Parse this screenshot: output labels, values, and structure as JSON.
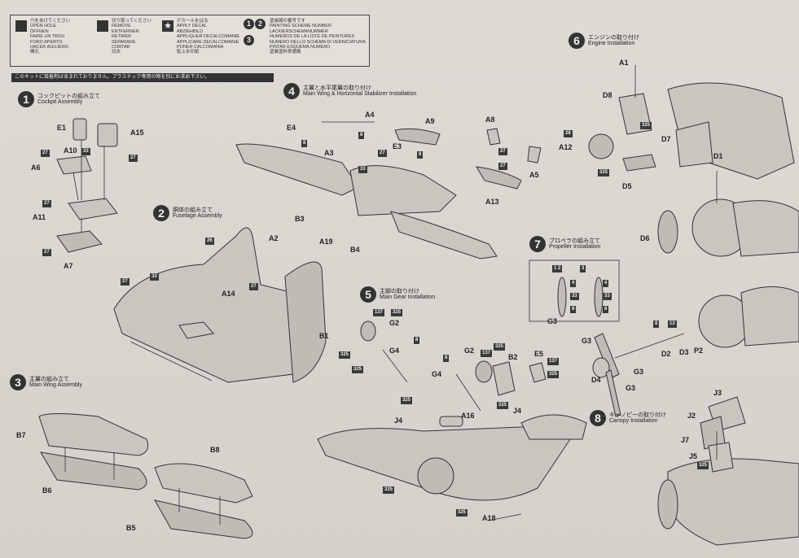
{
  "legend": {
    "items": [
      {
        "text": "穴をあけてください\nOPEN HOLE\nÖFFNEN\nFAIRE UN TROU\nFORO APERTO\nHACER AGUJERO\n開孔"
      },
      {
        "text": "切り取ってください\nREMOVE\nENTFERNEN\nRETIRER\nSEPARARE\nCORTAR\n切去"
      },
      {
        "text": "デカールをはる\nAPPLY DECAL\nABZIEHBILD\nAPPLIQUER DECALCOMANIE\nAPPLICARE DECALCOMANIE\nPONER CALCOMANIA\n貼上水印紙"
      },
      {
        "text": "塗装図の番号です\nPAINTING SCHEME NUMBER\nLACKIERSCHEMANUMMER\nNUMEROS DE LA LISTE DE PEINTURES\nNUMERO DELLO SCHEMA DI VERNICIATURA\nPINTAR ESQUEMA NUMERO\n塗裝塗料表號碼"
      }
    ],
    "badges": [
      "1",
      "2",
      "3"
    ]
  },
  "notice": "このキットに接着剤は含まれておりません。プラスチック専用の物を別にお求め下さい。",
  "steps": [
    {
      "num": "1",
      "jp": "コックピットの組み立て",
      "en": "Cockpit Assembly"
    },
    {
      "num": "2",
      "jp": "胴体の組み立て",
      "en": "Fuselage Assembly"
    },
    {
      "num": "3",
      "jp": "主翼の組み立て",
      "en": "Main Wing Assembly"
    },
    {
      "num": "4",
      "jp": "主翼と水平尾翼の取り付け",
      "en": "Main Wing & Horizontal Stabilizer Installation"
    },
    {
      "num": "5",
      "jp": "主脚の取り付け",
      "en": "Main Gear Installation"
    },
    {
      "num": "6",
      "jp": "エンジンの取り付け",
      "en": "Engine Installation"
    },
    {
      "num": "7",
      "jp": "プロペラの組み立て",
      "en": "Propeller Installation"
    },
    {
      "num": "8",
      "jp": "キャノピーの取り付け",
      "en": "Canopy Installation"
    }
  ],
  "parts": {
    "e1": "E1",
    "a15": "A15",
    "a10": "A10",
    "a6": "A6",
    "a11": "A11",
    "a7": "A7",
    "a2": "A2",
    "a19": "A19",
    "a14": "A14",
    "b7": "B7",
    "b8": "B8",
    "b6": "B6",
    "b5": "B5",
    "e4": "E4",
    "a4": "A4",
    "a9": "A9",
    "a3": "A3",
    "e3": "E3",
    "b3": "B3",
    "b4": "B4",
    "a8": "A8",
    "a5": "A5",
    "a13": "A13",
    "g2": "G2",
    "b1": "B1",
    "g4": "G4",
    "g2b": "G2",
    "b2": "B2",
    "e5": "E5",
    "g4b": "G4",
    "j4": "J4",
    "j4b": "J4",
    "a16": "A16",
    "a18": "A18",
    "a1": "A1",
    "d8": "D8",
    "a12": "A12",
    "d7": "D7",
    "d1": "D1",
    "d5": "D5",
    "d6": "D6",
    "g3": "G3",
    "g3b": "G3",
    "d4": "D4",
    "g3c": "G3",
    "d2": "D2",
    "d3": "D3",
    "p2": "P2",
    "j3": "J3",
    "j2": "J2",
    "j7": "J7",
    "j5": "J5"
  },
  "tags": {
    "t27": "27",
    "t33": "33",
    "t325": "325",
    "t8": "8",
    "t137": "137",
    "t26": "26",
    "t28": "28",
    "t13": "13",
    "t4": "4",
    "t3": "3",
    "t19": "19",
    "t1_2": "1 2"
  }
}
